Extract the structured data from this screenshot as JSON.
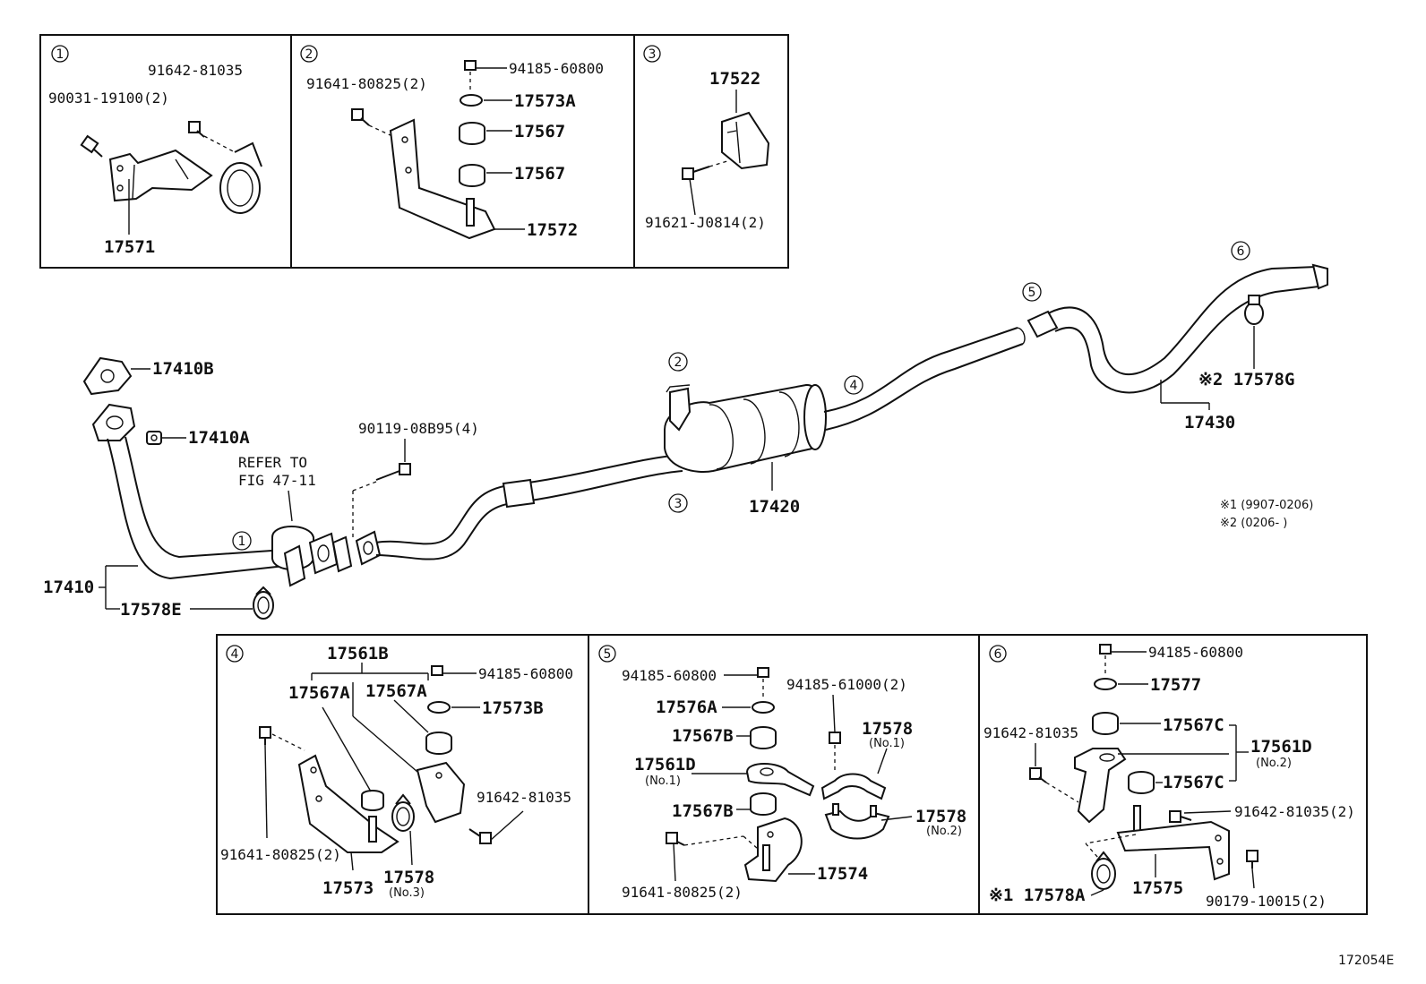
{
  "diagram": {
    "figure_code": "172054E",
    "note_lines": [
      "※1  (9907-0206)",
      "※2  (0206-        )"
    ],
    "callouts": [
      "1",
      "2",
      "3",
      "4",
      "5",
      "6"
    ],
    "main_labels": {
      "p17410B": "17410B",
      "p17410A": "17410A",
      "p17410": "17410",
      "p17578E": "17578E",
      "refer1": "REFER TO",
      "refer2": "FIG 47-11",
      "p90119": "90119-08B95(4)",
      "p17420": "17420",
      "p17430": "17430",
      "p17578G": "※2 17578G"
    },
    "box1": {
      "a": "91642-81035",
      "b": "90031-19100(2)",
      "c": "17571"
    },
    "box2": {
      "a": "94185-60800",
      "b": "91641-80825(2)",
      "c": "17573A",
      "d": "17567",
      "e": "17567",
      "f": "17572"
    },
    "box3": {
      "a": "17522",
      "b": "91621-J0814(2)"
    },
    "box4": {
      "a": "17561B",
      "b": "17567A",
      "c": "17567A",
      "d": "94185-60800",
      "e": "17573B",
      "f": "91642-81035",
      "g": "91641-80825(2)",
      "h": "17573",
      "i": "17578",
      "j": "(No.3)"
    },
    "box5": {
      "a": "94185-60800",
      "b": "17576A",
      "c": "94185-61000(2)",
      "d": "17567B",
      "e": "17578",
      "f": "(No.1)",
      "g": "17561D",
      "h": "(No.1)",
      "i": "17567B",
      "j": "17578",
      "k": "(No.2)",
      "l": "17574",
      "m": "91641-80825(2)"
    },
    "box6": {
      "a": "94185-60800",
      "b": "17577",
      "c": "91642-81035",
      "d": "17567C",
      "e": "17561D",
      "f": "(No.2)",
      "g": "17567C",
      "h": "91642-81035(2)",
      "i": "※1 17578A",
      "j": "17575",
      "k": "90179-10015(2)"
    }
  }
}
